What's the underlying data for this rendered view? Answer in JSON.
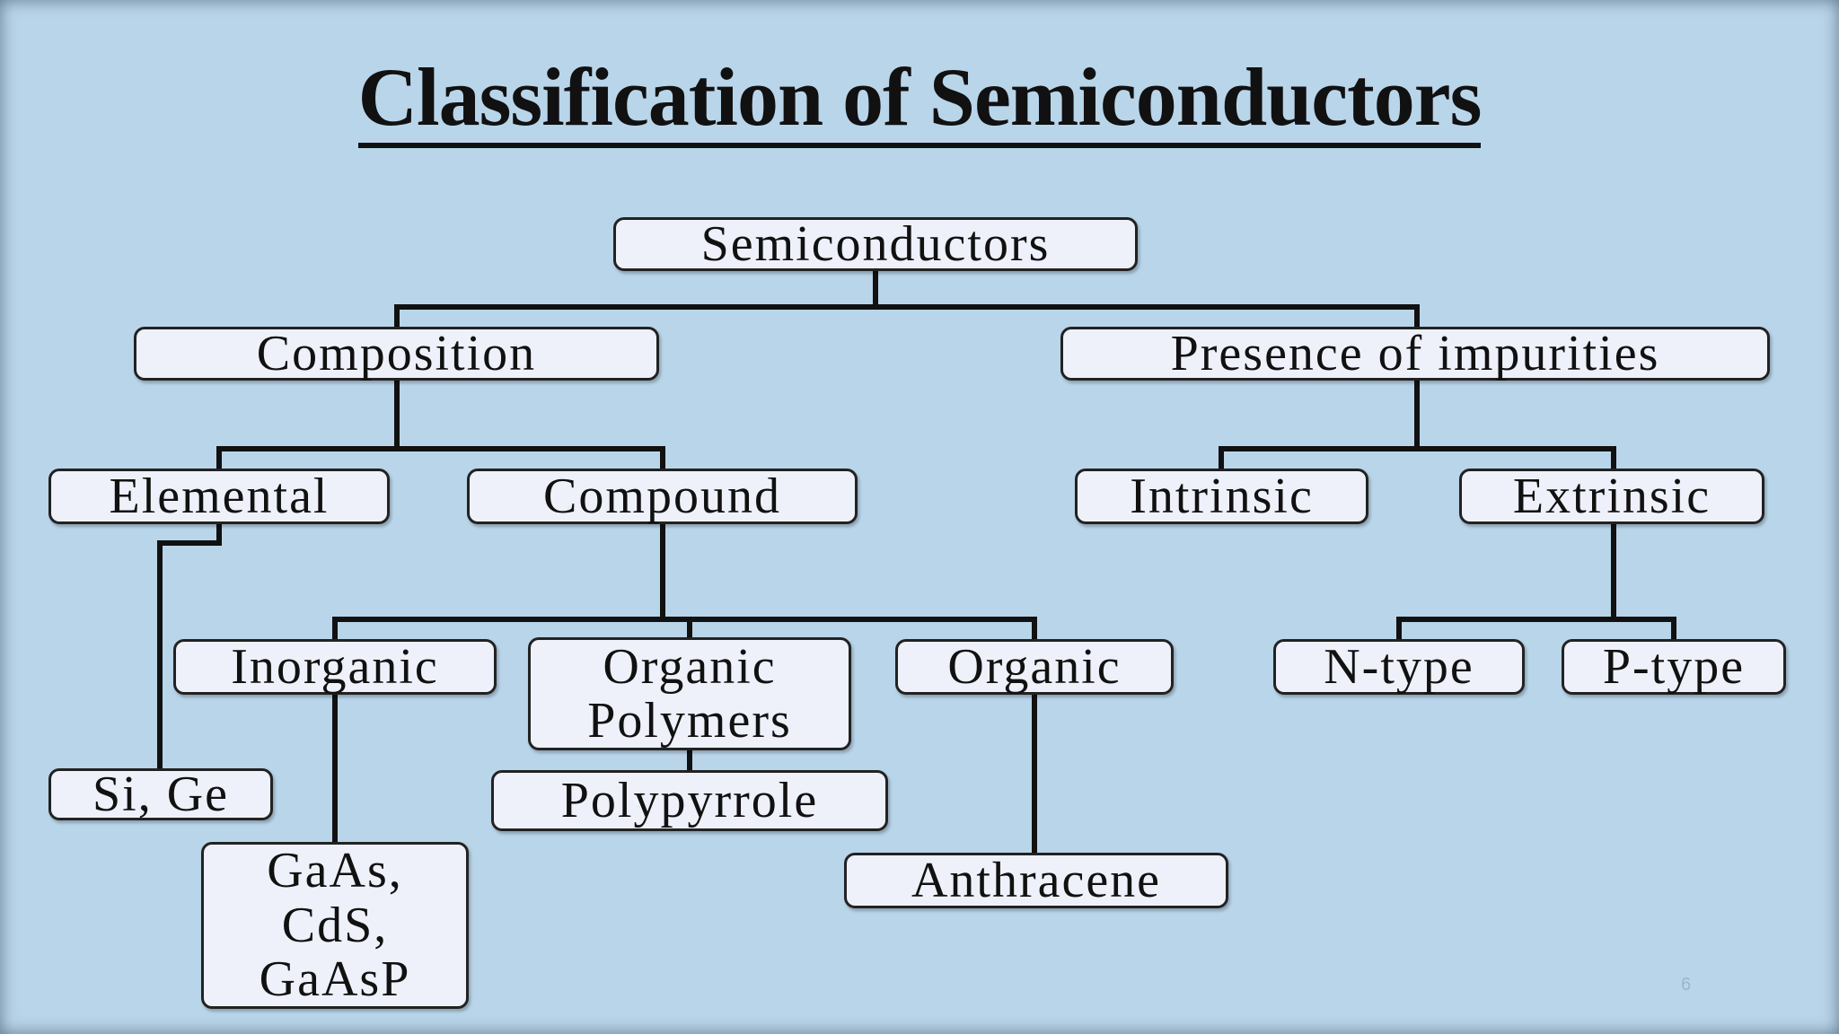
{
  "title": "Classification of Semiconductors",
  "page_number": "6",
  "nodes": {
    "semiconductors": "Semiconductors",
    "composition": "Composition",
    "presence_of_impurities": "Presence of impurities",
    "elemental": "Elemental",
    "compound": "Compound",
    "intrinsic": "Intrinsic",
    "extrinsic": "Extrinsic",
    "inorganic": "Inorganic",
    "organic_polymers": "Organic\nPolymers",
    "organic": "Organic",
    "n_type": "N-type",
    "p_type": "P-type",
    "si_ge": "Si, Ge",
    "polypyrrole": "Polypyrrole",
    "gaas_cds_gaasp": "GaAs,\nCdS,\nGaAsP",
    "anthracene": "Anthracene"
  },
  "colors": {
    "background": "#b9d5ea",
    "node_fill": "#eef1f9",
    "line": "#111111"
  }
}
